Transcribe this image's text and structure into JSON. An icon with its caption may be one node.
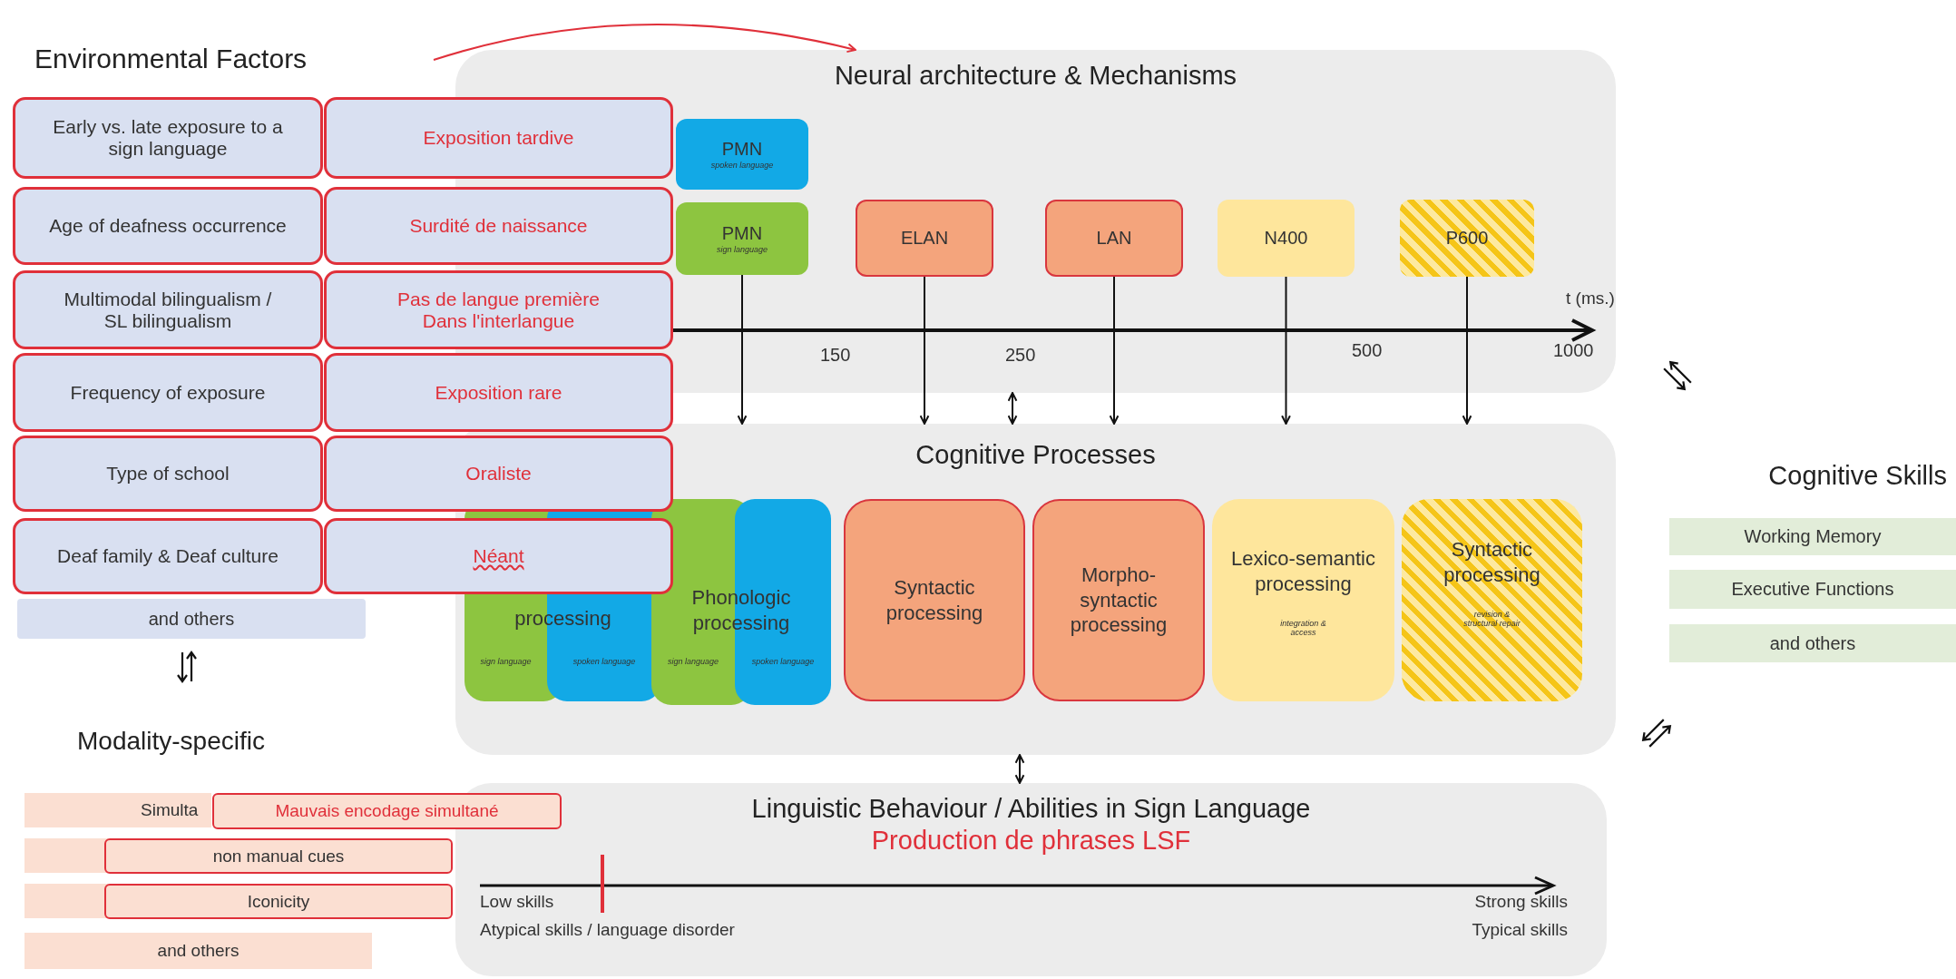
{
  "diagram": {
    "nodes": [
      {
        "text": [
          "Neural architecture & Mechanisms"
        ]
      },
      {
        "text": [
          "PMN",
          "spoken language"
        ],
        "in": 0
      },
      {
        "text": [
          "PMN",
          "sign language"
        ],
        "in": 0
      },
      {
        "text": [
          "ELAN"
        ],
        "in": 0
      },
      {
        "text": [
          "LAN"
        ],
        "in": 0
      },
      {
        "text": [
          "N400"
        ],
        "in": 0
      },
      {
        "text": [
          "P600"
        ],
        "in": 0
      },
      {
        "text": [
          "Cognitive Processes"
        ]
      },
      {
        "text": [
          "processing",
          "sign language",
          "spoken language"
        ],
        "in": 7
      },
      {
        "text": [
          "Phonologic processing",
          "sign language",
          "spoken language"
        ],
        "in": 7
      },
      {
        "text": [
          "Syntactic processing"
        ],
        "in": 7
      },
      {
        "text": [
          "Morpho-syntactic processing"
        ],
        "in": 7
      },
      {
        "text": [
          "Lexico-semantic processing",
          "integration & access"
        ],
        "in": 7
      },
      {
        "text": [
          "Syntactic processing",
          "revision & structural repair"
        ],
        "in": 7
      },
      {
        "text": [
          "Linguistic Behaviour / Abilities in Sign Language",
          "Production de phrases LSF"
        ]
      },
      {
        "text": [
          "Early vs. late exposure to a sign language"
        ]
      },
      {
        "text": [
          "Exposition tardive"
        ]
      },
      {
        "text": [
          "Age of deafness occurrence"
        ]
      },
      {
        "text": [
          "Surdité de naissance"
        ]
      },
      {
        "text": [
          "Multimodal bilingualism / SL bilingualism"
        ]
      },
      {
        "text": [
          "Pas de langue première Dans l'interlangue"
        ]
      },
      {
        "text": [
          "Frequency of exposure"
        ]
      },
      {
        "text": [
          "Exposition rare"
        ]
      },
      {
        "text": [
          "Type of school"
        ]
      },
      {
        "text": [
          "Oraliste"
        ]
      },
      {
        "text": [
          "Deaf family & Deaf culture"
        ]
      },
      {
        "text": [
          "Néant"
        ]
      },
      {
        "text": [
          "and others"
        ]
      },
      {
        "text": [
          "Working Memory"
        ]
      },
      {
        "text": [
          "Executive Functions"
        ]
      },
      {
        "text": [
          "and others"
        ]
      },
      {
        "text": [
          "Simulta"
        ]
      },
      {
        "text": [
          "Mauvais encodage simultané"
        ]
      },
      {
        "text": [
          "non manual cues"
        ]
      },
      {
        "text": [
          "Iconicity"
        ]
      },
      {
        "text": [
          "and others"
        ]
      }
    ],
    "edges": [
      {
        "from": null,
        "to": 0,
        "arrow": "to",
        "color": "#e0303a"
      },
      {
        "from": 2,
        "to": 7,
        "arrow": "to"
      },
      {
        "from": 3,
        "to": 7,
        "arrow": "to"
      },
      {
        "from": 4,
        "to": 7,
        "arrow": "to"
      },
      {
        "from": 5,
        "to": 7,
        "arrow": "to"
      },
      {
        "from": 6,
        "to": 7,
        "arrow": "to"
      },
      {
        "from": 7,
        "to": 0,
        "arrow": "both"
      },
      {
        "from": 14,
        "to": 7,
        "arrow": "both"
      }
    ],
    "labels": [
      "Environmental Factors",
      "t (ms.)",
      "150",
      "250",
      "500",
      "1000",
      "Cognitive Skills",
      "Modality-specific",
      "Low skills",
      "Atypical skills / language disorder",
      "Strong skills",
      "Typical skills"
    ]
  }
}
